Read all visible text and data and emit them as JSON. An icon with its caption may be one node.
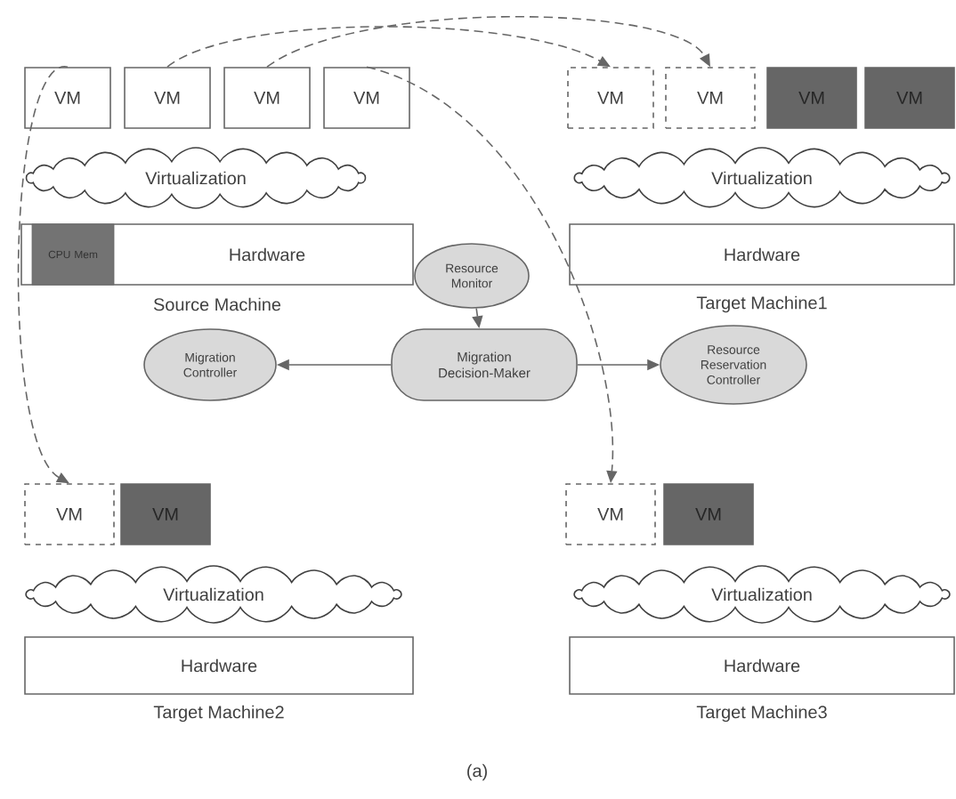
{
  "diagram": {
    "caption": "(a)",
    "nodes": [
      {
        "text": [
          "VM"
        ]
      },
      {
        "text": [
          "VM"
        ]
      },
      {
        "text": [
          "VM"
        ]
      },
      {
        "text": [
          "VM"
        ]
      },
      {
        "text": [
          "VM"
        ]
      },
      {
        "text": [
          "VM"
        ]
      },
      {
        "text": [
          "VM"
        ]
      },
      {
        "text": [
          "VM"
        ]
      },
      {
        "text": [
          "Virtualization"
        ]
      },
      {
        "text": [
          "Virtualization"
        ]
      },
      {
        "text": [
          "Hardware"
        ],
        "beside": [
          "Source Machine"
        ]
      },
      {
        "text": [
          "CPU Mem"
        ],
        "in": 10
      },
      {
        "text": [
          "Hardware"
        ],
        "beside": [
          "Target Machine1"
        ]
      },
      {
        "text": [
          "Resource Monitor"
        ]
      },
      {
        "text": [
          "Migration Controller"
        ]
      },
      {
        "text": [
          "Migration Decision-Maker"
        ]
      },
      {
        "text": [
          "Resource Reservation Controller"
        ]
      },
      {
        "text": [
          "VM"
        ]
      },
      {
        "text": [
          "VM"
        ]
      },
      {
        "text": [
          "VM"
        ]
      },
      {
        "text": [
          "VM"
        ]
      },
      {
        "text": [
          "Virtualization"
        ]
      },
      {
        "text": [
          "Virtualization"
        ]
      },
      {
        "text": [
          "Hardware"
        ],
        "beside": [
          "Target Machine2"
        ]
      },
      {
        "text": [
          "Hardware"
        ],
        "beside": [
          "Target Machine3"
        ]
      }
    ],
    "edges": [
      {
        "from": 0,
        "to": 17,
        "arrow": "to",
        "style": "dashed"
      },
      {
        "from": 1,
        "to": 4,
        "arrow": "to",
        "style": "dashed"
      },
      {
        "from": 2,
        "to": 5,
        "arrow": "to",
        "style": "dashed"
      },
      {
        "from": 3,
        "to": 19,
        "arrow": "to",
        "style": "dashed"
      },
      {
        "from": 13,
        "to": 15,
        "arrow": "to"
      },
      {
        "from": 15,
        "to": 14,
        "arrow": "to"
      },
      {
        "from": 15,
        "to": 16,
        "arrow": "to"
      }
    ]
  }
}
